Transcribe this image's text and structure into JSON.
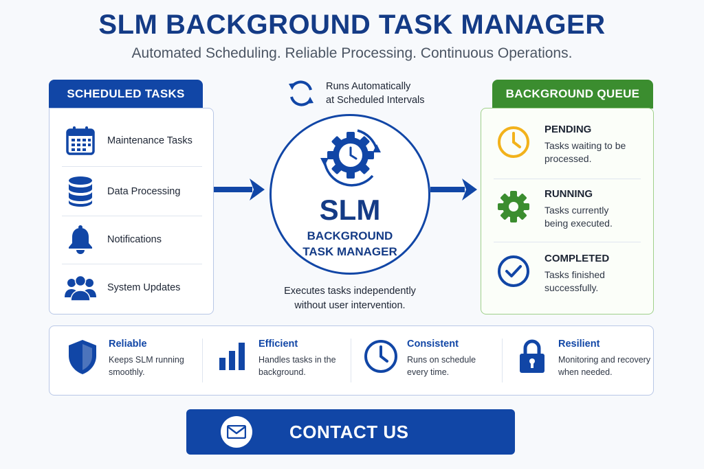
{
  "header": {
    "title": "SLM BACKGROUND TASK MANAGER",
    "subtitle": "Automated Scheduling. Reliable Processing. Continuous Operations."
  },
  "scheduled_tasks": {
    "heading": "SCHEDULED TASKS",
    "items": [
      {
        "label": "Maintenance Tasks",
        "icon": "calendar-icon"
      },
      {
        "label": "Data Processing",
        "icon": "database-icon"
      },
      {
        "label": "Notifications",
        "icon": "bell-icon"
      },
      {
        "label": "System Updates",
        "icon": "users-icon"
      }
    ]
  },
  "center": {
    "runs_line1": "Runs Automatically",
    "runs_line2": "at Scheduled Intervals",
    "slm": "SLM",
    "name_line1": "BACKGROUND",
    "name_line2": "TASK MANAGER",
    "executes_line1": "Executes tasks independently",
    "executes_line2": "without user intervention."
  },
  "queue": {
    "heading": "BACKGROUND QUEUE",
    "items": [
      {
        "title": "PENDING",
        "desc": "Tasks waiting to be processed.",
        "icon": "clock-icon",
        "color": "#f2b21b"
      },
      {
        "title": "RUNNING",
        "desc": "Tasks currently being executed.",
        "icon": "gear-icon",
        "color": "#3b8d2f"
      },
      {
        "title": "COMPLETED",
        "desc": "Tasks finished successfully.",
        "icon": "check-circle-icon",
        "color": "#1146a6"
      }
    ]
  },
  "features": [
    {
      "title": "Reliable",
      "desc_line1": "Keeps SLM running",
      "desc_line2": "smoothly.",
      "icon": "shield-icon"
    },
    {
      "title": "Efficient",
      "desc_line1": "Handles tasks in the",
      "desc_line2": "background.",
      "icon": "bar-chart-icon"
    },
    {
      "title": "Consistent",
      "desc_line1": "Runs on schedule",
      "desc_line2": "every time.",
      "icon": "clock-icon"
    },
    {
      "title": "Resilient",
      "desc_line1": "Monitoring and recovery",
      "desc_line2": "when needed.",
      "icon": "lock-icon"
    }
  ],
  "contact": {
    "label": "CONTACT US",
    "icon": "mail-icon"
  },
  "colors": {
    "primary_blue": "#1146a6",
    "title_blue": "#143b86",
    "green": "#3b8d2f",
    "amber": "#f2b21b"
  }
}
